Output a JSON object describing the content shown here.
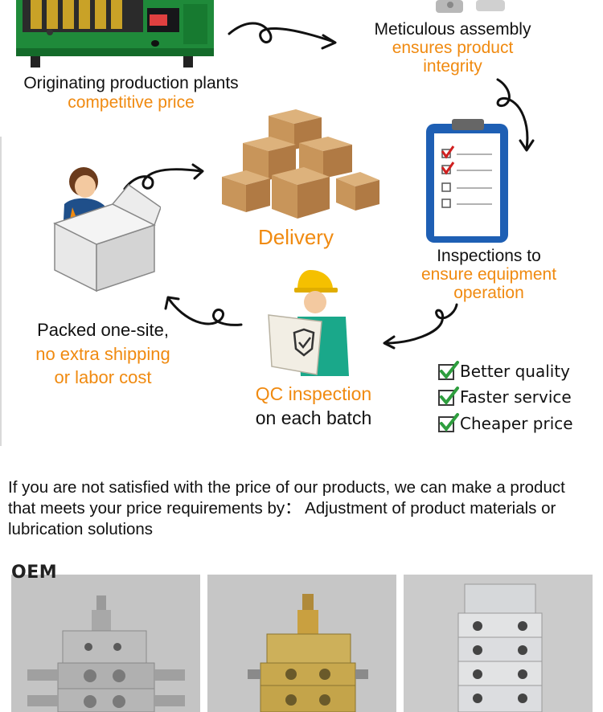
{
  "steps": {
    "plants": {
      "line1": "Originating production plants",
      "line2": "competitive price"
    },
    "assembly": {
      "line1": "Meticulous assembly",
      "line2": "ensures product",
      "line3": "integrity"
    },
    "inspections": {
      "line1": "Inspections to",
      "line2": "ensure equipment",
      "line3": "operation"
    },
    "delivery": {
      "label": "Delivery"
    },
    "qc": {
      "line1": "QC inspection",
      "line2": "on each batch"
    },
    "packed": {
      "line1": "Packed one-site,",
      "line2": "no extra shipping",
      "line3": "or labor cost"
    }
  },
  "benefits": [
    "Better quality",
    "Faster service",
    "Cheaper price"
  ],
  "note": "If you are not satisfied with the price of our products, we can make a product that meets your price requirements by： Adjustment of product materials or lubrication solutions",
  "oem_label": "OEM",
  "colors": {
    "accent_orange": "#f08a10",
    "check_green": "#2e9e3e",
    "machine_green": "#1f8a3a",
    "clipboard_blue": "#1e5fb4",
    "box_brown": "#c8955a"
  }
}
